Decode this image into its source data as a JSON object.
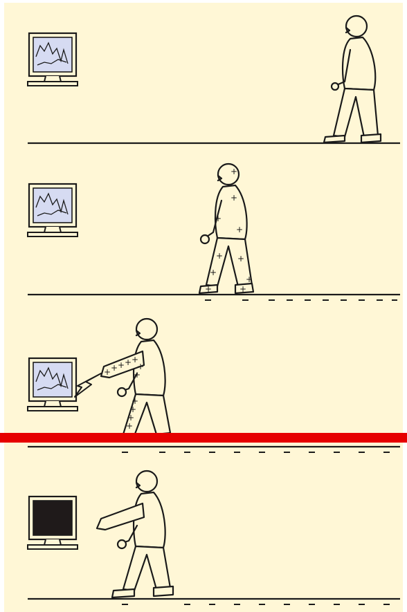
{
  "colors": {
    "background": "#fff7d6",
    "ink": "#1a1a1a",
    "screen_on": "#d6dbf2",
    "screen_off": "#1f1a1a",
    "separator": "#e60000"
  },
  "panels": [
    {
      "scene": "walking-toward",
      "monitor": "on",
      "floor_charge": "none",
      "body_charge": "none"
    },
    {
      "scene": "charged-walking",
      "monitor": "on",
      "floor_charge": "negative",
      "body_charge": "positive"
    },
    {
      "scene": "discharge-to-monitor",
      "monitor": "on",
      "floor_charge": "negative",
      "body_charge": "positive",
      "spark": true
    },
    {
      "scene": "after-discharge",
      "monitor": "off",
      "floor_charge": "negative",
      "body_charge": "none"
    }
  ],
  "symbols": {
    "positive": "+",
    "negative": "−"
  }
}
